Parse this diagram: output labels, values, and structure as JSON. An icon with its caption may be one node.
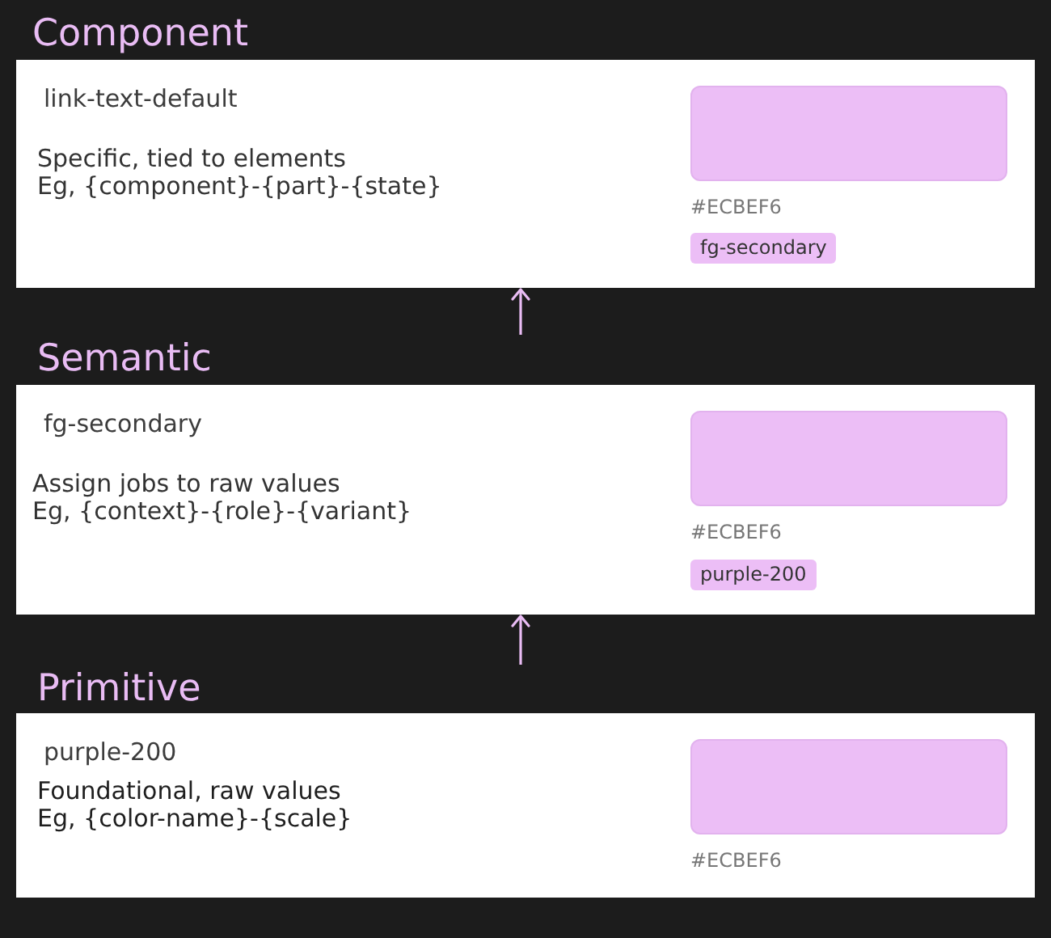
{
  "diagram": {
    "nodes": [
      {
        "text": [
          "Component",
          "link-text-default",
          "Specific, tied to elements",
          "Eg, {component}-{part}-{state}",
          "#ECBEF6"
        ]
      },
      {
        "text": [
          "fg-secondary"
        ],
        "in": 0
      },
      {
        "text": [
          "Semantic",
          "fg-secondary",
          "Assign jobs to raw values",
          "Eg, {context}-{role}-{variant}",
          "#ECBEF6"
        ]
      },
      {
        "text": [
          "purple-200"
        ],
        "in": 2
      },
      {
        "text": [
          "Primitive",
          "purple-200",
          "Foundational, raw values",
          "Eg, {color-name}-{scale}",
          "#ECBEF6"
        ]
      }
    ],
    "edges": [
      {
        "from": 2,
        "to": 0,
        "arrow": "to"
      },
      {
        "from": 4,
        "to": 2,
        "arrow": "to"
      }
    ]
  }
}
